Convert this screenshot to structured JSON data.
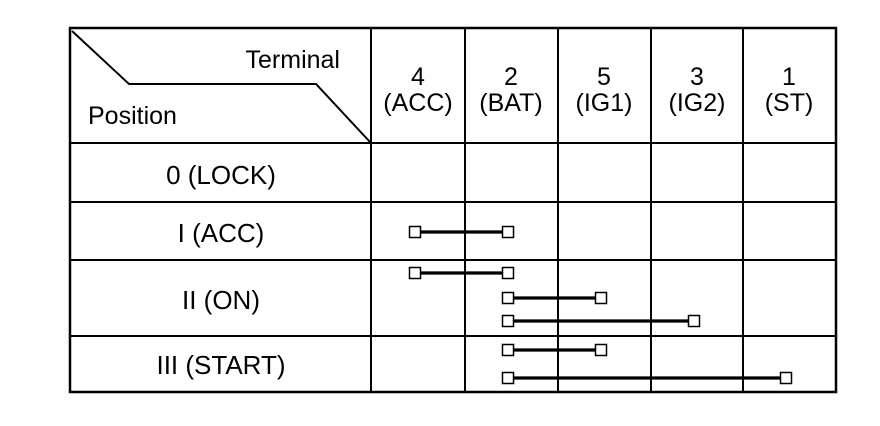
{
  "header": {
    "terminal_label": "Terminal",
    "position_label": "Position"
  },
  "terminals": [
    {
      "number": "4",
      "name": "(ACC)"
    },
    {
      "number": "2",
      "name": "(BAT)"
    },
    {
      "number": "5",
      "name": "(IG1)"
    },
    {
      "number": "3",
      "name": "(IG2)"
    },
    {
      "number": "1",
      "name": "(ST)"
    }
  ],
  "positions": [
    {
      "label": "0 (LOCK)",
      "connections": []
    },
    {
      "label": "I (ACC)",
      "connections": [
        {
          "from": 0,
          "to": 1
        }
      ]
    },
    {
      "label": "II (ON)",
      "connections": [
        {
          "from": 0,
          "to": 1
        },
        {
          "from": 1,
          "to": 2
        },
        {
          "from": 1,
          "to": 3
        }
      ]
    },
    {
      "label": "III (START)",
      "connections": [
        {
          "from": 1,
          "to": 2
        },
        {
          "from": 1,
          "to": 4
        }
      ]
    }
  ],
  "colors": {
    "line": "#000000",
    "background": "#ffffff"
  }
}
